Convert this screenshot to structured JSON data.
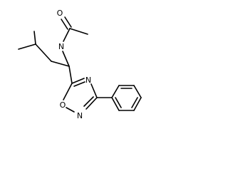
{
  "molecule": {
    "atoms": {
      "oxygen_carbonyl": "O",
      "nitrogen_amide": "N",
      "oxygen_ring": "O",
      "nitrogen_ring_1": "N",
      "nitrogen_ring_2": "N"
    },
    "colors": {
      "bond": "#000000",
      "label": "#000000",
      "background": "#ffffff"
    }
  }
}
